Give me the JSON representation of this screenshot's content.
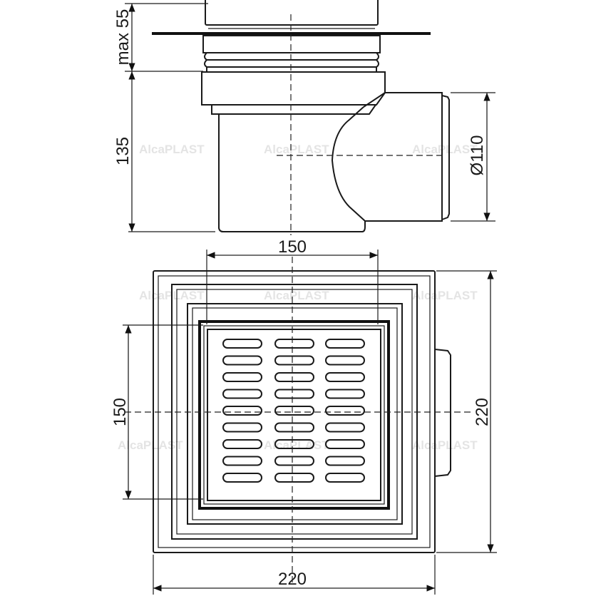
{
  "title": "Floor drain technical drawing",
  "watermark": "AlcaPLAST",
  "side_view": {
    "dim_top": "max 55",
    "dim_height": "135",
    "dim_outlet": "Ø110"
  },
  "top_view": {
    "dim_grate_width": "150",
    "dim_grate_height": "150",
    "dim_body_height": "220",
    "dim_body_width": "220",
    "slot_rows": 9,
    "slot_columns": 3
  },
  "colors": {
    "line": "#1a1a1a",
    "background": "#ffffff",
    "watermark": "#e4e4e4"
  }
}
